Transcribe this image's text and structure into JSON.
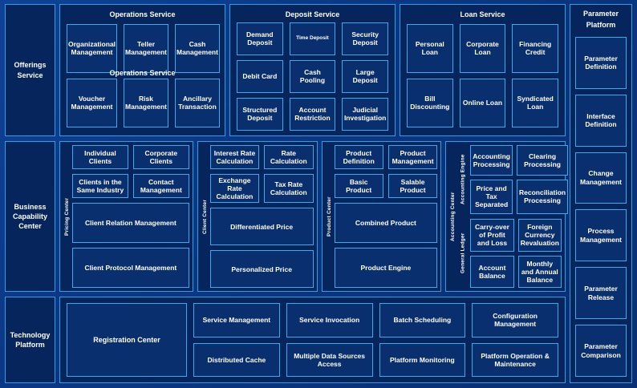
{
  "colors": {
    "page_background": "#0b3784",
    "panel_fill": "#05255c",
    "box_fill": "#0a2f6e",
    "border_accent": "#3ba9ea",
    "panel_border": "#2f9fe0",
    "text": "#ffffff"
  },
  "rows": {
    "offerings": {
      "side_label": "Offerings Service",
      "groups": [
        {
          "title": "Operations Service",
          "ghost_caption": "Operations Service",
          "cells": [
            "Organizational Management",
            "Teller Management",
            "Cash Management",
            "Voucher Management",
            "Risk Management",
            "Ancillary Transaction"
          ]
        },
        {
          "title": "Deposit Service",
          "cells": [
            "Demand Deposit",
            "Time Deposit",
            "Security Deposit",
            "Debit Card",
            "Cash Pooling",
            "Large Deposit",
            "Structured Deposit",
            "Account Restriction",
            "Judicial Investigation"
          ]
        },
        {
          "title": "Loan Service",
          "cells": [
            "Personal Loan",
            "Corporate Loan",
            "Financing Credit",
            "Bill Discounting",
            "Online Loan",
            "Syndicated Loan"
          ]
        }
      ]
    },
    "business": {
      "side_label": "Business Capability Center",
      "columns": [
        {
          "vlabel": "Pricing Center",
          "pair1": [
            "Individual Clients",
            "Corporate Clients"
          ],
          "pair2": [
            "Clients in the Same Industry",
            "Contact Management"
          ],
          "full1": "Client Relation Management",
          "full2": "Client Protocol Management"
        },
        {
          "vlabel": "Client Center",
          "pair1": [
            "Interest Rate Calculation",
            "Rate Calculation"
          ],
          "pair2": [
            "Exchange Rate Calculation",
            "Tax Rate Calculation"
          ],
          "full1": "Differentiated Price",
          "full2": "Personalized Price"
        },
        {
          "vlabel": "Product Center",
          "pair1": [
            "Product Definition",
            "Product Management"
          ],
          "pair2": [
            "Basic Product",
            "Salable Product"
          ],
          "full1": "Combined Product",
          "full2": "Product Engine"
        }
      ],
      "accounting": {
        "vlabel": "Accounting Center",
        "subgroups": [
          {
            "vlabel": "Accounting Engine",
            "cells": [
              "Accounting Processing",
              "Clearing Processing",
              "Price and Tax Separated",
              "Reconciliation Processing"
            ]
          },
          {
            "vlabel": "General Ledger",
            "cells": [
              "Carry-over of Profit and Loss",
              "Foreign Currency Revaluation",
              "Account Balance",
              "Monthly and Annual Balance"
            ]
          }
        ]
      }
    },
    "technology": {
      "side_label": "Technology Platform",
      "registration": "Registration Center",
      "cells": [
        "Service Management",
        "Service Invocation",
        "Batch Scheduling",
        "Configuration Management",
        "Distributed Cache",
        "Multiple Data Sources Access",
        "Platform Monitoring",
        "Platform Operation & Maintenance"
      ]
    }
  },
  "parameter_platform": {
    "title": "Parameter Platform",
    "items": [
      "Parameter Definition",
      "Interface Definition",
      "Change Management",
      "Process Management",
      "Parameter Release",
      "Parameter Comparison"
    ]
  }
}
